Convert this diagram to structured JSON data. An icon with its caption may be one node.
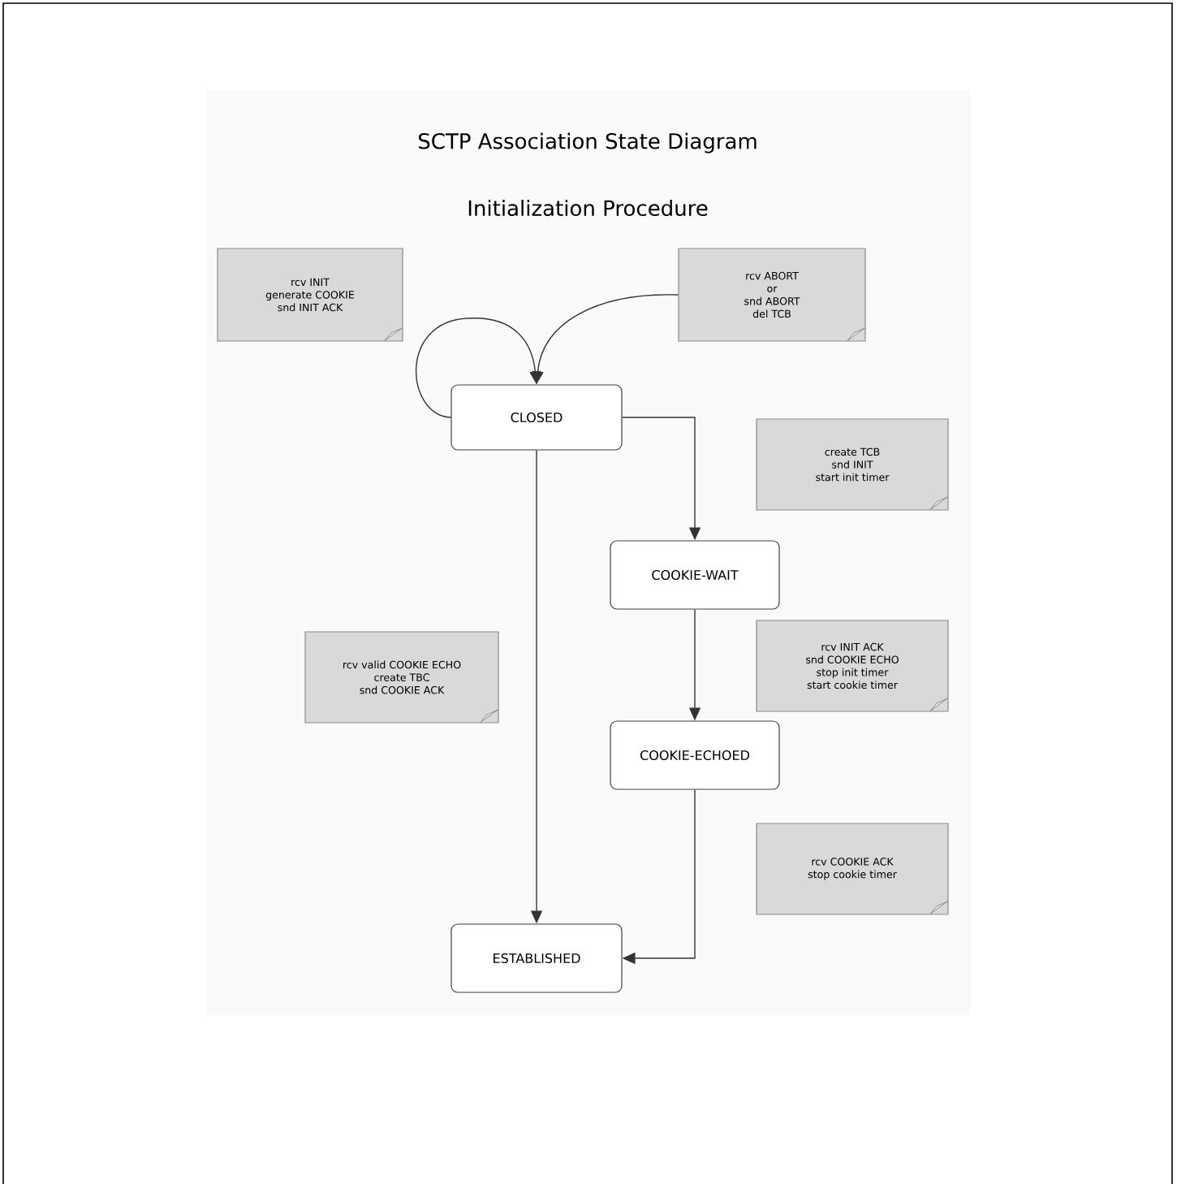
{
  "diagram": {
    "title": "SCTP Association State Diagram",
    "nodes": [
      {
        "text": [
          "rcv INIT",
          "generate COOKIE",
          "snd INIT ACK"
        ]
      },
      {
        "text": [
          "rcv ABORT",
          "or",
          "snd ABORT",
          "del TCB"
        ]
      },
      {
        "text": [
          "CLOSED"
        ]
      },
      {
        "text": [
          "create TCB",
          "snd INIT",
          "start init timer"
        ]
      },
      {
        "text": [
          "COOKIE-WAIT"
        ]
      },
      {
        "text": [
          "rcv INIT ACK",
          "snd COOKIE ECHO",
          "stop init timer",
          "start cookie timer"
        ]
      },
      {
        "text": [
          "rcv valid COOKIE ECHO",
          "create TBC",
          "snd COOKIE ACK"
        ]
      },
      {
        "text": [
          "COOKIE-ECHOED"
        ]
      },
      {
        "text": [
          "rcv COOKIE ACK",
          "stop cookie timer"
        ]
      },
      {
        "text": [
          "ESTABLISHED"
        ]
      }
    ],
    "edges": [
      {
        "from": 2,
        "to": 2,
        "arrow": "to"
      },
      {
        "from": 1,
        "to": 2,
        "arrow": "to"
      },
      {
        "from": 2,
        "to": 4,
        "arrow": "to"
      },
      {
        "from": 4,
        "to": 7,
        "arrow": "to"
      },
      {
        "from": 2,
        "to": 9,
        "arrow": "to"
      },
      {
        "from": 7,
        "to": 9,
        "arrow": "to"
      }
    ],
    "labels": [
      "Initialization Procedure"
    ]
  }
}
